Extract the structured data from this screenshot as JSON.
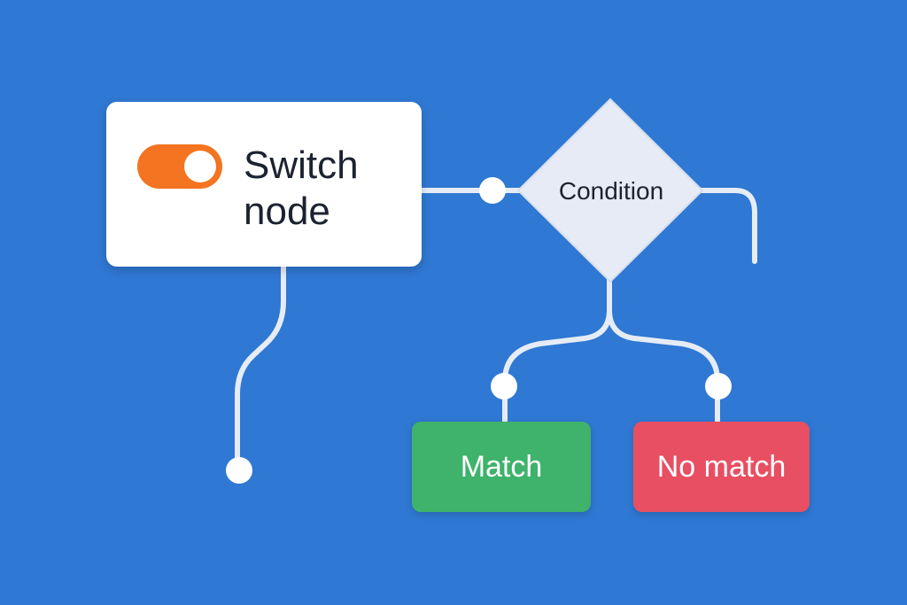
{
  "switch_node": {
    "title": "Switch\nnode",
    "toggle_state": "on",
    "toggle_color": "#f47421"
  },
  "condition": {
    "label": "Condition",
    "fill_color": "#e6ebf5"
  },
  "outcomes": {
    "match": {
      "label": "Match",
      "color": "#3fb26b"
    },
    "no_match": {
      "label": "No match",
      "color": "#e84f62"
    }
  },
  "colors": {
    "background": "#2f78d3",
    "connector": "#e6ecf6"
  }
}
